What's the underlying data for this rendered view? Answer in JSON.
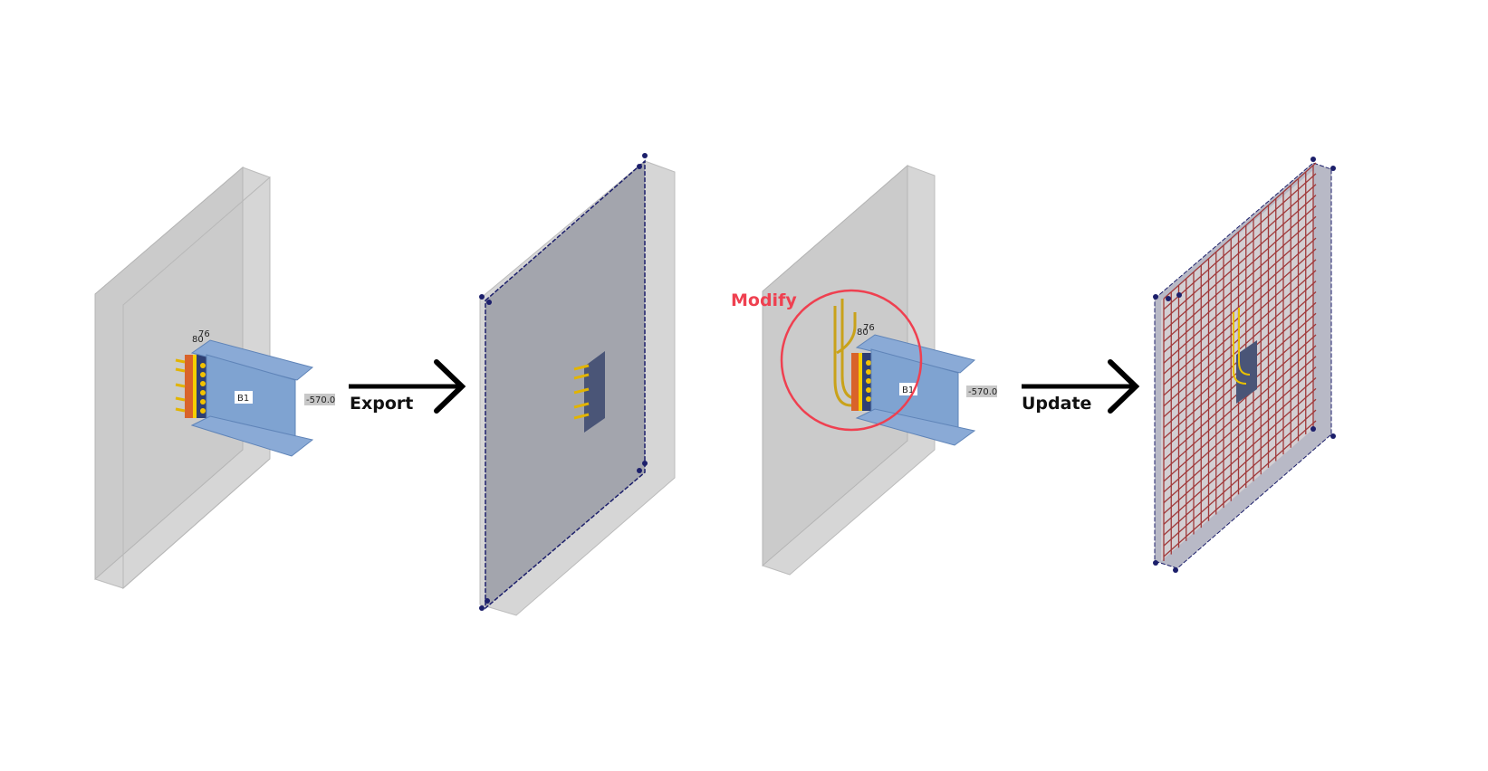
{
  "steps": [
    {
      "name": "original-model",
      "labels": {
        "dim_a": "80",
        "dim_b": "76",
        "beam": "B1",
        "elevation": "-570.0"
      }
    },
    {
      "name": "exported-model"
    },
    {
      "name": "modified-model",
      "labels": {
        "dim_a": "80",
        "dim_b": "76",
        "beam": "B1",
        "elevation": "-570.0"
      }
    },
    {
      "name": "updated-model"
    }
  ],
  "arrows": {
    "export": "Export",
    "update": "Update"
  },
  "annotation": {
    "modify": "Modify"
  },
  "colors": {
    "slab": "#d4d4d4",
    "slab_front": "#a3a5ad",
    "beam": "#7fa3d1",
    "bolts": "#f2c200",
    "plate": "#d9632a",
    "rebar": "#a0393a",
    "edge": "#1c1f6b",
    "highlight": "#ef4050"
  }
}
